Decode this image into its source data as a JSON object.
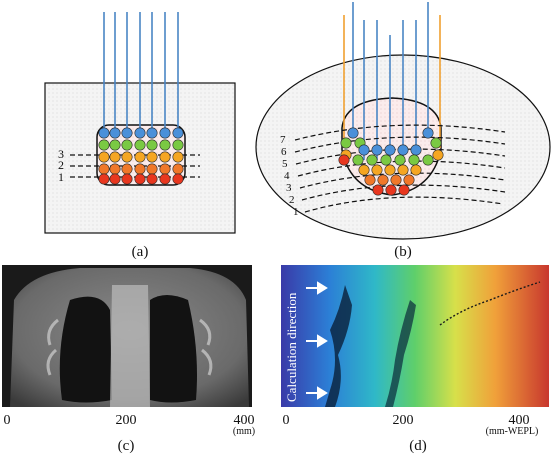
{
  "panels": {
    "a": {
      "caption": "(a)",
      "layer_numbers": [
        "3",
        "2",
        "1"
      ],
      "spot_colors": [
        "#4a90d9",
        "#7ac943",
        "#f5a623",
        "#e8371f"
      ],
      "beam_color": "#4a86c5"
    },
    "b": {
      "caption": "(b)",
      "layer_numbers": [
        "7",
        "6",
        "5",
        "4",
        "3",
        "2",
        "1"
      ],
      "beam_colors": [
        "#f0a030",
        "#4a86c5"
      ]
    },
    "c": {
      "caption": "(c)",
      "axis_ticks": [
        "0",
        "200",
        "400"
      ],
      "axis_unit": "(mm)"
    },
    "d": {
      "caption": "(d)",
      "axis_ticks": [
        "0",
        "200",
        "400"
      ],
      "axis_unit": "(mm-WEPL)",
      "vertical_label": "Calculation direction"
    }
  }
}
